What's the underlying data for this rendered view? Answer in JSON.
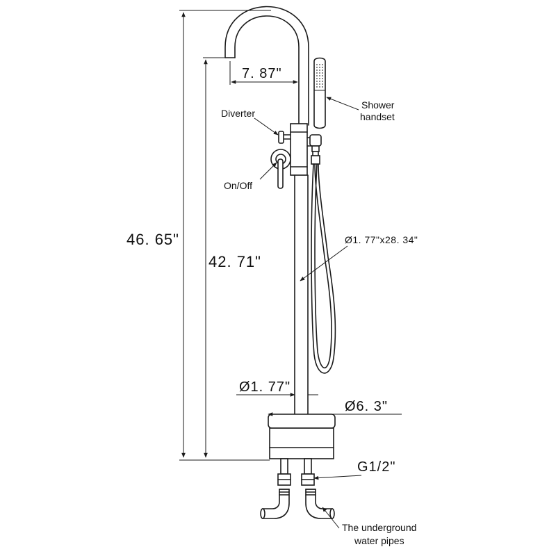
{
  "dimensions": {
    "total_height": "46. 65\"",
    "spout_height": "42. 71\"",
    "spout_reach": "7. 87\"",
    "hose_spec": "Ø1. 77\"x28. 34\"",
    "column_diameter": "Ø1. 77\"",
    "base_diameter": "Ø6. 3\"",
    "connection": "G1/2\""
  },
  "labels": {
    "diverter": "Diverter",
    "on_off": "On/Off",
    "shower_line1": "Shower",
    "shower_line2": "handset",
    "pipes_line1": "The underground",
    "pipes_line2": "water pipes"
  }
}
